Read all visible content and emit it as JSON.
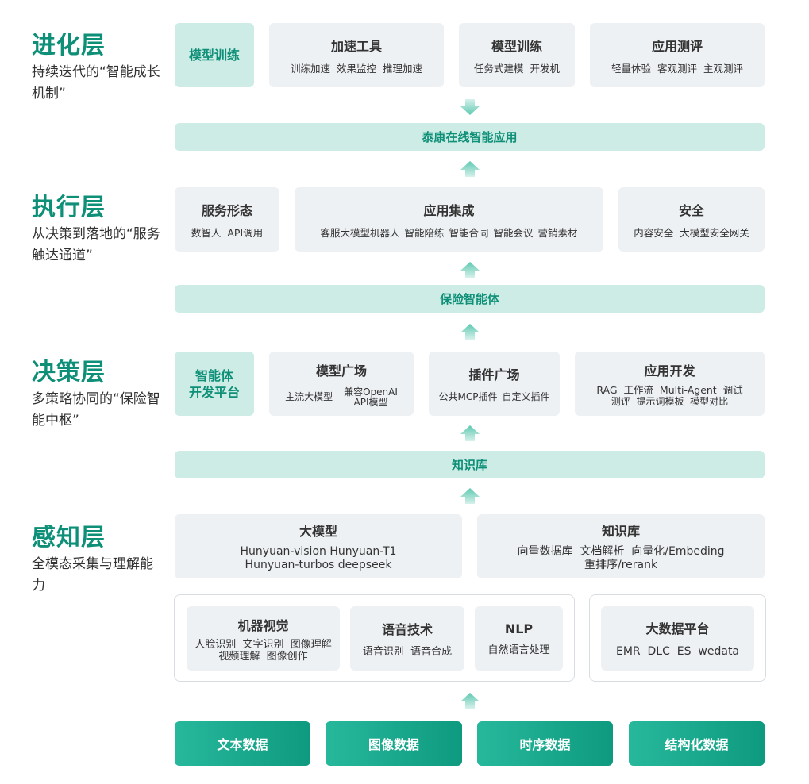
{
  "layers": {
    "evolution": {
      "title": "进化层",
      "desc": "持续迭代的“智能成长机制”"
    },
    "execution": {
      "title": "执行层",
      "desc": "从决策到落地的“服务触达通道”"
    },
    "decision": {
      "title": "决策层",
      "desc": "多策略协同的“保险智能中枢”"
    },
    "perception": {
      "title": "感知层",
      "desc": "全模态采集与理解能力"
    }
  },
  "evolution": {
    "highlight": "模型训练",
    "boxes": [
      {
        "title": "加速工具",
        "items": [
          "训练加速",
          "效果监控",
          "推理加速"
        ]
      },
      {
        "title": "模型训练",
        "items": [
          "任务式建模",
          "开发机"
        ]
      },
      {
        "title": "应用测评",
        "items": [
          "轻量体验",
          "客观测评",
          "主观测评"
        ]
      }
    ]
  },
  "bar_app": "泰康在线智能应用",
  "execution": {
    "boxes": [
      {
        "title": "服务形态",
        "items": [
          "数智人",
          "API调用"
        ]
      },
      {
        "title": "应用集成",
        "items": [
          "客服大模型机器人",
          "智能陪练",
          "智能合同",
          "智能会议",
          "营销素材"
        ]
      },
      {
        "title": "安全",
        "items": [
          "内容安全",
          "大模型安全网关"
        ]
      }
    ]
  },
  "bar_agent": "保险智能体",
  "decision": {
    "highlight_line1": "智能体",
    "highlight_line2": "开发平台",
    "model_square": {
      "title": "模型广场",
      "item1": "主流大模型",
      "item2_line1": "兼容OpenAI",
      "item2_line2": "API模型"
    },
    "plugin_square": {
      "title": "插件广场",
      "items": [
        "公共MCP插件",
        "自定义插件"
      ]
    },
    "app_dev": {
      "title": "应用开发",
      "line1": "RAG  工作流  Multi-Agent  调试",
      "line2": "测评  提示词模板  模型对比"
    }
  },
  "bar_kb": "知识库",
  "perception": {
    "llm": {
      "title": "大模型",
      "line1": "Hunyuan-vision Hunyuan-T1",
      "line2": "Hunyuan-turbos deepseek"
    },
    "kb": {
      "title": "知识库",
      "line1": "向量数据库  文档解析  向量化/Embeding",
      "line2": "重排序/rerank"
    },
    "vision": {
      "title": "机器视觉",
      "line1": "人脸识别  文字识别  图像理解",
      "line2": "视频理解  图像创作"
    },
    "speech": {
      "title": "语音技术",
      "line1": "语音识别  语音合成"
    },
    "nlp": {
      "title": "NLP",
      "line1": "自然语言处理"
    },
    "bigdata": {
      "title": "大数据平台",
      "line1": "EMR  DLC  ES  wedata"
    }
  },
  "data_sources": [
    "文本数据",
    "图像数据",
    "时序数据",
    "结构化数据"
  ],
  "colors": {
    "accent": "#0e8f77",
    "teal_bg": "#cdece6",
    "grey_bg": "#eef1f4",
    "arrow": "#7fd1bf"
  }
}
